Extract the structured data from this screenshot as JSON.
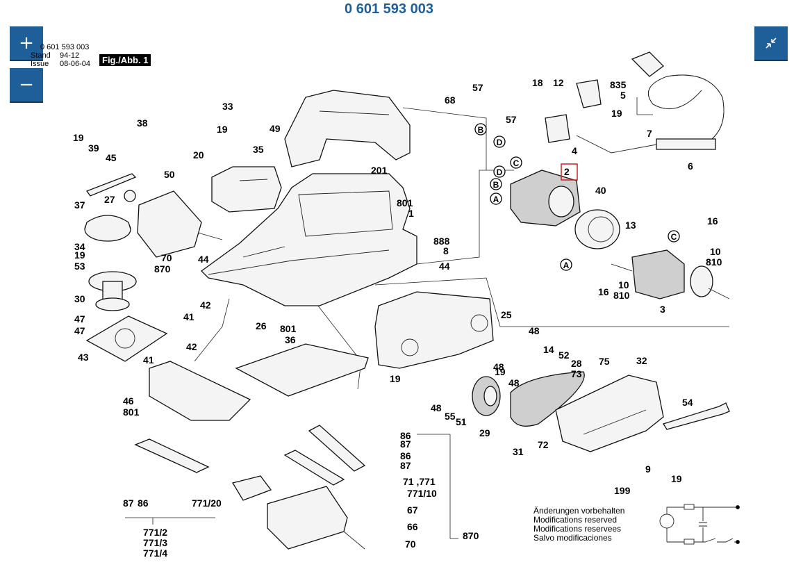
{
  "title": "0 601 593 003",
  "controls": {
    "zoom_in": "+",
    "zoom_out": "−"
  },
  "meta": {
    "number": "0 601 593 003",
    "stand_key": "Stand",
    "stand_val": "94-12",
    "issue_key": "Issue",
    "issue_val": "08-06-04"
  },
  "figure_label": "Fig./Abb. 1",
  "circle_labels": [
    "D",
    "C",
    "B",
    "A",
    "C",
    "A",
    "B",
    "D"
  ],
  "part_labels": [
    "19",
    "39",
    "45",
    "38",
    "50",
    "37",
    "27",
    "34",
    "19",
    "53",
    "30",
    "47",
    "47",
    "43",
    "33",
    "19",
    "49",
    "20",
    "35",
    "201",
    "70",
    "870",
    "44",
    "42",
    "41",
    "42",
    "41",
    "26",
    "801",
    "36",
    "46",
    "801",
    "57",
    "68",
    "18",
    "57",
    "12",
    "835",
    "5",
    "19",
    "7",
    "6",
    "4",
    "2",
    "40",
    "13",
    "16",
    "10",
    "810",
    "16",
    "10",
    "810",
    "3",
    "801",
    "1",
    "888",
    "8",
    "44",
    "25",
    "48",
    "14",
    "52",
    "28",
    "73",
    "48",
    "19",
    "48",
    "19",
    "48",
    "55",
    "51",
    "29",
    "75",
    "32",
    "54",
    "31",
    "72",
    "9",
    "19",
    "199",
    "86",
    "87",
    "86",
    "87",
    "71 ,771",
    "771/10",
    "67",
    "66",
    "70",
    "870",
    "87",
    "86",
    "771/20",
    "771/2",
    "771/3",
    "771/4"
  ],
  "note_lines": [
    "Änderungen vorbehalten",
    "Modifications reserved",
    "Modifications reservees",
    "Salvo modificaciones"
  ],
  "colors": {
    "brand": "#1f5f99",
    "highlight": "#cc2222"
  }
}
